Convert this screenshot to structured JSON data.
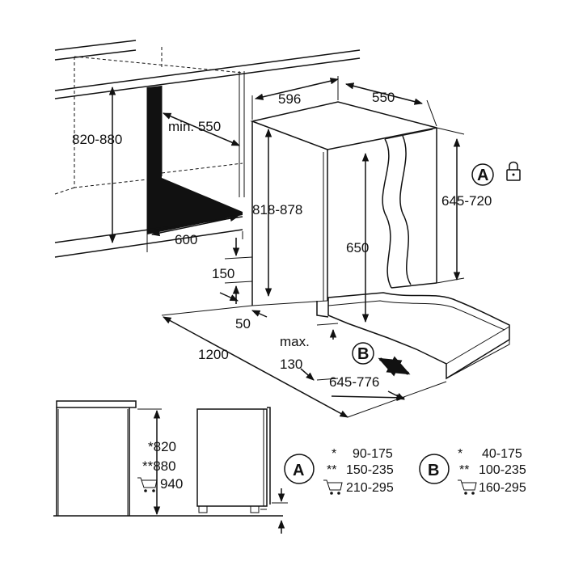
{
  "dimensions": {
    "d596": "596",
    "d550": "550",
    "min550": "min. 550",
    "d820_880": "820-880",
    "d818_878": "818-878",
    "d600": "600",
    "d650": "650",
    "d645_720": "645-720",
    "d150": "150",
    "d50": "50",
    "d1200": "1200",
    "max": "max.",
    "d130": "130",
    "d645_776": "645-776"
  },
  "markers": {
    "a": "A",
    "b": "B"
  },
  "side_view": {
    "h1": "*820",
    "h2": "**880",
    "h3": "940"
  },
  "table_a": {
    "letter": "A",
    "rows": [
      {
        "mark": "*",
        "range": "90-175"
      },
      {
        "mark": "**",
        "range": "150-235"
      },
      {
        "mark": "",
        "range": "210-295"
      }
    ]
  },
  "table_b": {
    "letter": "B",
    "rows": [
      {
        "mark": "*",
        "range": "40-175"
      },
      {
        "mark": "**",
        "range": "100-235"
      },
      {
        "mark": "",
        "range": "160-295"
      }
    ]
  },
  "icons": {
    "lock": "lock-icon",
    "cart": "cart-icon"
  }
}
